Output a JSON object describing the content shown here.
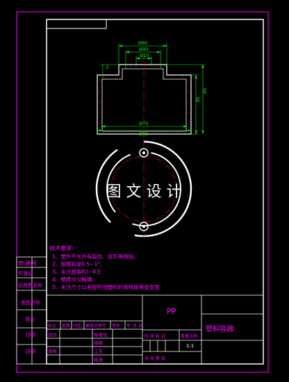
{
  "drawing": {
    "dims": {
      "d60": "Ø60",
      "d40": "Ø40",
      "d10": "Ø10",
      "h30": "30",
      "h3": "3",
      "h45": "45",
      "d75": "Ø75",
      "d80": "Ø80"
    },
    "watermark": "图 文 设 计"
  },
  "notes": {
    "heading": "技术要求:",
    "items": [
      "1、塑件不允许有裂纹、变形等缺陷;",
      "2、脱模斜度0.5~1°;",
      "3、未注圆角R2~R3;",
      "4、壁厚均匀精确;",
      "5、未注尺寸公差按所用塑料的高精度等级查取"
    ]
  },
  "left_strip": {
    "labels": [
      "借(通)用",
      "件登记",
      "旧底图总号",
      "底图总号",
      "签名",
      "日期",
      "日期"
    ]
  },
  "title_block": {
    "material": "PP",
    "part_name": "塑料容器",
    "scale": "1:1",
    "row_labels": [
      "标记",
      "处数",
      "分区",
      "更改文件号",
      "签名",
      "年",
      "月",
      "日"
    ],
    "design": "设计",
    "standardize": "标准化",
    "check": "审核",
    "craft": "工艺",
    "review": "审核",
    "approve": "批准",
    "stage_marks": "阶 段 标 记",
    "weight": "重量",
    "ratio": "比例",
    "sheets": "共    张  第    张"
  },
  "colors": {
    "line": "#ffffff",
    "frame": "#ff00ff",
    "dimension": "#00ff00",
    "center": "#ff0000",
    "note": "#ff00ff"
  }
}
